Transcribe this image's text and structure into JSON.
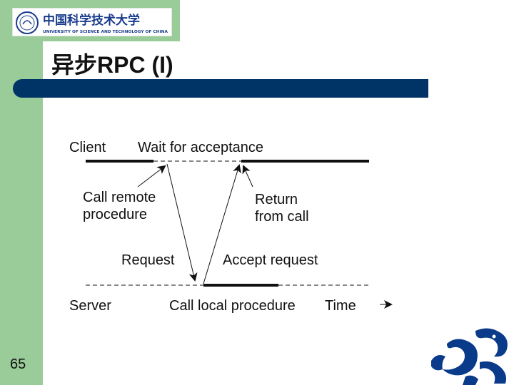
{
  "header": {
    "logo_text_cn": "中国科学技术大学",
    "logo_text_en": "UNIVERSITY OF SCIENCE AND TECHNOLOGY OF CHINA"
  },
  "slide": {
    "title": "异步RPC (I)",
    "page_number": "65"
  },
  "diagram": {
    "client_label": "Client",
    "wait_label": "Wait for acceptance",
    "call_remote_line1": "Call remote",
    "call_remote_line2": "procedure",
    "return_line1": "Return",
    "return_line2": "from call",
    "request_label": "Request",
    "accept_label": "Accept request",
    "server_label": "Server",
    "call_local_label": "Call local procedure",
    "time_label": "Time"
  },
  "colors": {
    "sidebar": "#99cc99",
    "title_bar": "#003366",
    "logo_blue": "#1a3c8c",
    "dragon_blue": "#0a3a8a"
  }
}
